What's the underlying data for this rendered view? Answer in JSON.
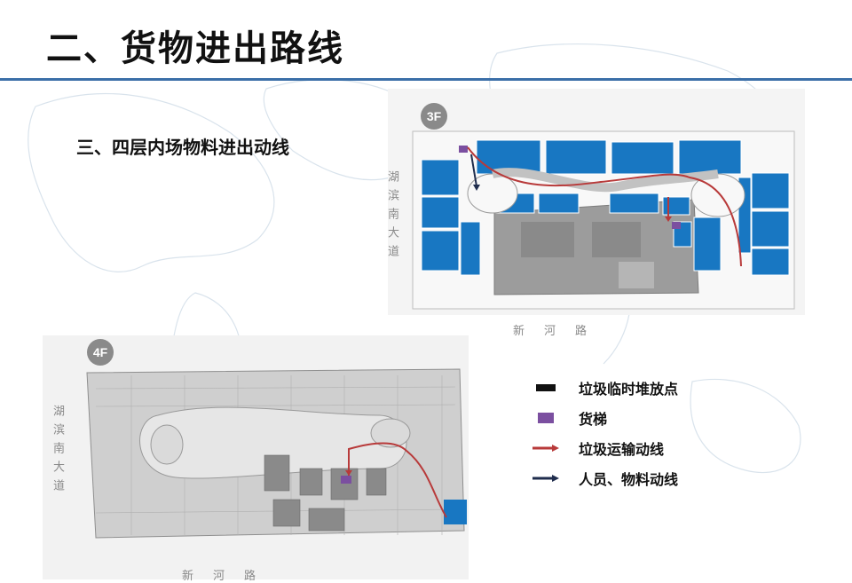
{
  "header": {
    "title": "二、货物进出路线"
  },
  "section": {
    "subtitle": "三、四层内场物料进出动线"
  },
  "plan_3f": {
    "floor": "3F",
    "west_road": "湖滨南大道",
    "south_road": "新河路"
  },
  "plan_4f": {
    "floor": "4F",
    "west_road": "湖滨南大道",
    "south_road": "新河路"
  },
  "legend": {
    "items": [
      {
        "label": "垃圾临时堆放点",
        "color": "#111111",
        "icon": "black-marker"
      },
      {
        "label": "货梯",
        "color": "#7b4fa0",
        "icon": "purple-square"
      },
      {
        "label": "垃圾运输动线",
        "color": "#b83a3a",
        "icon": "red-arrow"
      },
      {
        "label": "人员、物料动线",
        "color": "#1f2d4d",
        "icon": "navy-arrow"
      }
    ]
  },
  "colors": {
    "shop_blue": "#1877c2",
    "rule_blue": "#3b6fa8",
    "plan_gray": "#c9c9c9"
  }
}
